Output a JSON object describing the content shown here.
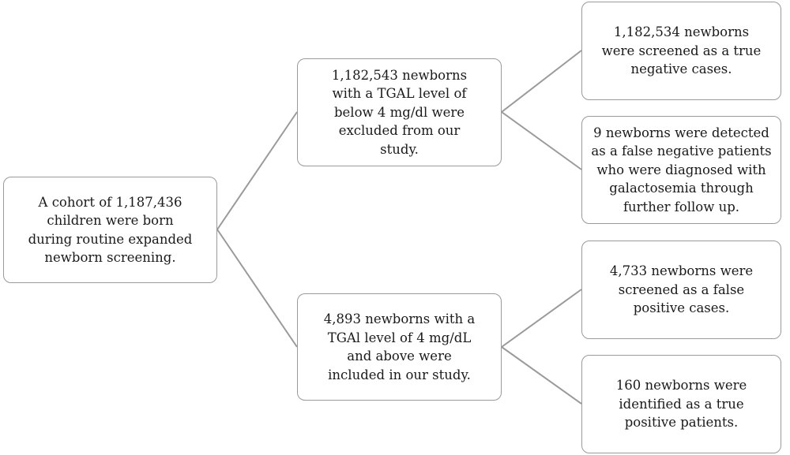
{
  "diagram": {
    "root": {
      "lines": [
        "A cohort of 1,187,436",
        "children were born",
        "during routine expanded",
        "newborn screening."
      ]
    },
    "excluded": {
      "lines": [
        "1,182,543 newborns",
        "with a TGAL level of",
        "below 4 mg/dl were",
        "excluded from our",
        "study."
      ]
    },
    "included": {
      "lines": [
        "4,893 newborns with a",
        "TGAl level of 4 mg/dL",
        "and above were",
        "included in our study."
      ]
    },
    "true_negative": {
      "lines": [
        "1,182,534 newborns",
        "were screened as a true",
        "negative cases."
      ]
    },
    "false_negative": {
      "lines": [
        "9 newborns were detected",
        "as a false negative patients",
        "who were diagnosed with",
        "galactosemia through",
        "further follow up."
      ]
    },
    "false_positive": {
      "lines": [
        "4,733 newborns were",
        "screened as a false",
        "positive cases."
      ]
    },
    "true_positive": {
      "lines": [
        "160 newborns were",
        "identified as a true",
        "positive patients."
      ]
    },
    "colors": {
      "border": "#9a9a9a",
      "connector": "#9a9a9a",
      "text": "#1a1a1a"
    }
  }
}
